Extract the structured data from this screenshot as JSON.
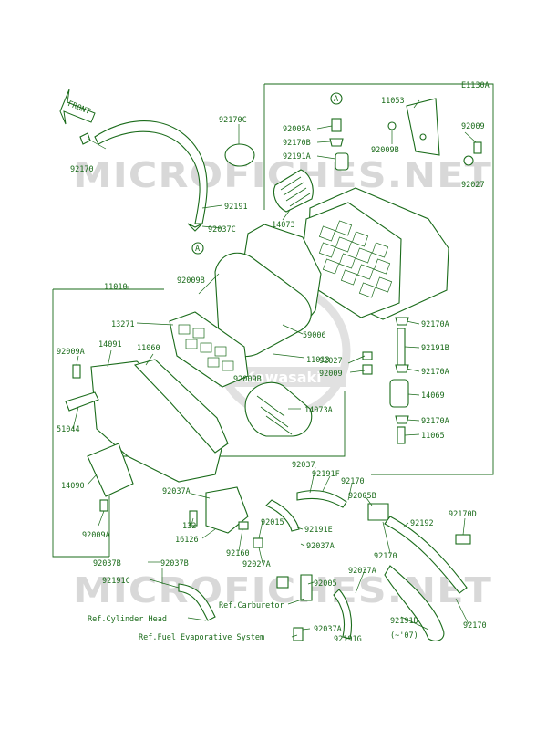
{
  "diagram_code": "E1130A",
  "watermark": "MICROFICHES.NET",
  "logo_text": "Kawasaki",
  "front_label": "FRONT",
  "marker_label": "A",
  "part_labels": [
    "11053",
    "92009",
    "92170C",
    "92005A",
    "92170B",
    "92191A",
    "92009B",
    "92027",
    "14073",
    "92170",
    "92191",
    "92037C",
    "92009B",
    "11010",
    "13271",
    "59006",
    "11013",
    "92009B",
    "11060",
    "92009A",
    "14091",
    "92027",
    "92009",
    "92170A",
    "92191B",
    "92170A",
    "14069",
    "92170A",
    "11065",
    "51044",
    "14073A",
    "14090",
    "92009A",
    "92037",
    "92191F",
    "92170",
    "92037A",
    "92005B",
    "132",
    "16126",
    "92015",
    "92191E",
    "92192",
    "92170D",
    "92160",
    "92037A",
    "92170",
    "92027A",
    "92037B",
    "92037B",
    "92037A",
    "92005",
    "92191C",
    "92037A",
    "92191D",
    "(~'07)",
    "92191G",
    "92170"
  ],
  "reference_labels": [
    "Ref.Carburetor",
    "Ref.Cylinder Head",
    "Ref.Fuel Evaporative System"
  ]
}
